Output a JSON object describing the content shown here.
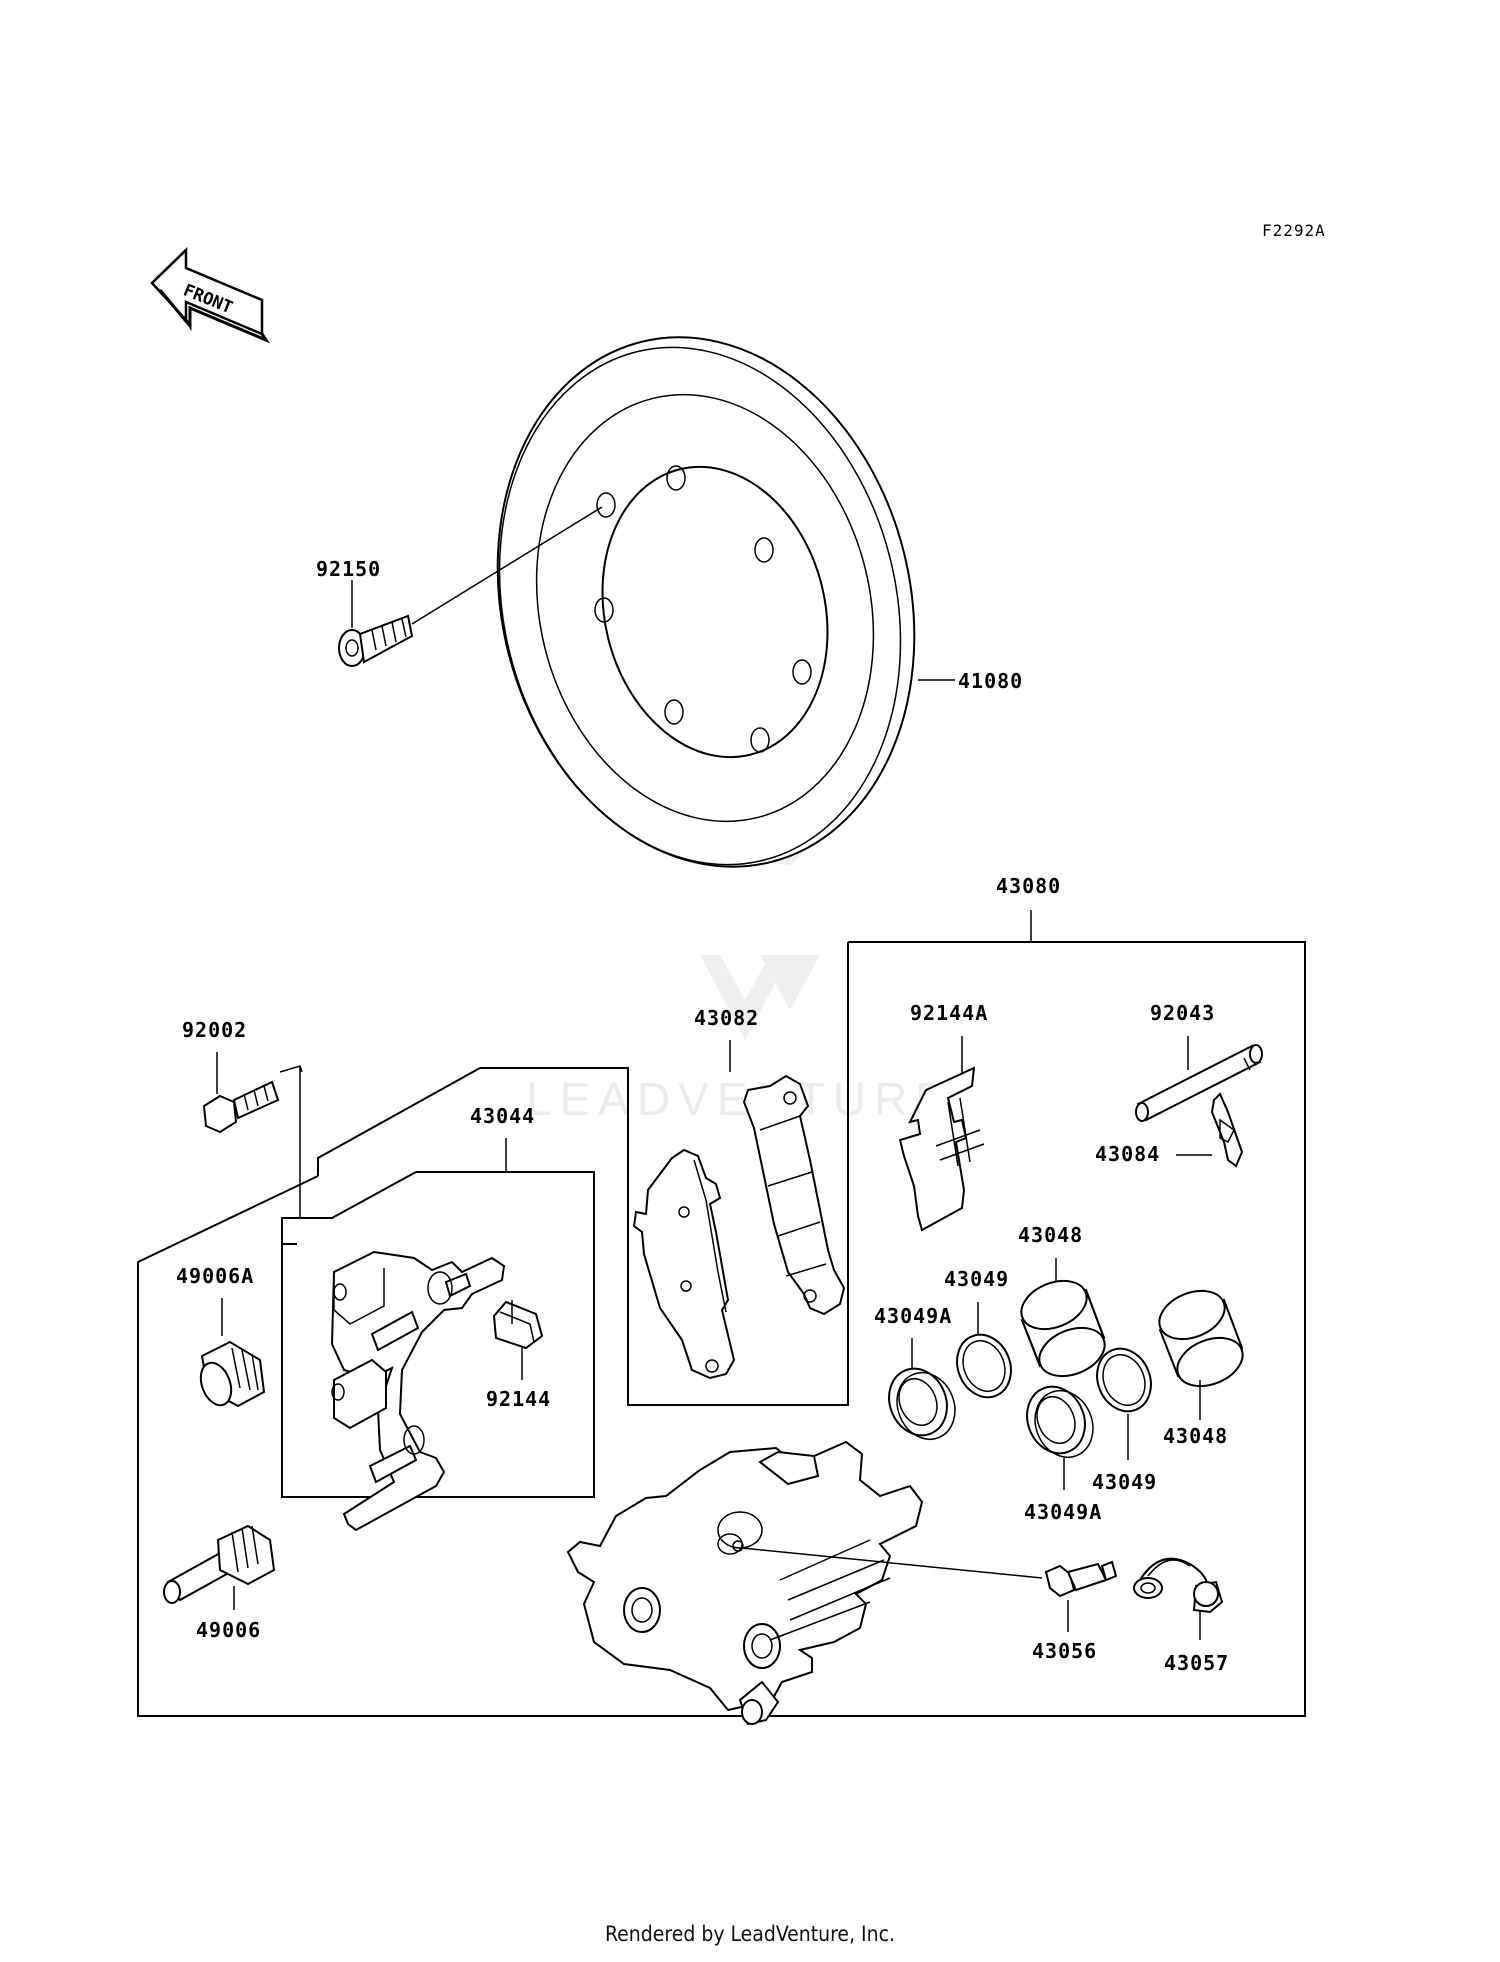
{
  "diagram_code": "F2292A",
  "front_arrow_label": "FRONT",
  "watermark_text": "LEADVENTURE",
  "footer": "Rendered by LeadVenture, Inc.",
  "labels": {
    "p92150": "92150",
    "p41080": "41080",
    "p43080": "43080",
    "p92002": "92002",
    "p43044": "43044",
    "p43082": "43082",
    "p92144A": "92144A",
    "p92043": "92043",
    "p43084": "43084",
    "p43048a": "43048",
    "p43049a": "43049",
    "p43049Aa": "43049A",
    "p49006A": "49006A",
    "p92144": "92144",
    "p43048b": "43048",
    "p43049b": "43049",
    "p43049Ab": "43049A",
    "p49006": "49006",
    "p43056": "43056",
    "p43057": "43057"
  }
}
